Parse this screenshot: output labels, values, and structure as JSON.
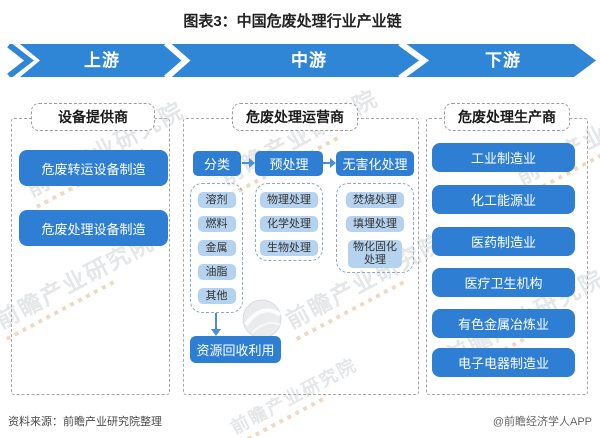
{
  "title": "图表3：中国危废处理行业产业链",
  "banner": {
    "segments": [
      {
        "label": "上游"
      },
      {
        "label": "中游"
      },
      {
        "label": "下游"
      }
    ]
  },
  "columns": {
    "upstream": {
      "header": "设备提供商",
      "boxes": [
        "危废转运设备制造",
        "危废处理设备制造"
      ]
    },
    "midstream": {
      "header": "危废处理运营商",
      "stages": [
        {
          "label": "分类",
          "items": [
            "溶剂",
            "燃料",
            "金属",
            "油脂",
            "其他"
          ]
        },
        {
          "label": "预处理",
          "items": [
            "物理处理",
            "化学处理",
            "生物处理"
          ]
        },
        {
          "label": "无害化处理",
          "items": [
            "焚烧处理",
            "填埋处理",
            "物化固化处理"
          ]
        }
      ],
      "recycle": "资源回收利用"
    },
    "downstream": {
      "header": "危废处理生产商",
      "boxes": [
        "工业制造业",
        "化工能源业",
        "医药制造业",
        "医疗卫生机构",
        "有色金属冶炼业",
        "电子电器制造业"
      ]
    }
  },
  "footer": {
    "source": "资料来源：前瞻产业研究院整理",
    "credit": "@前瞻经济学人APP"
  },
  "watermark": {
    "text": "前瞻产业研究院"
  },
  "colors": {
    "banner": "#2F86D6",
    "primary": "#2E7FD4",
    "light": "#B5D2EE",
    "arrow": "#4A8FD6"
  }
}
